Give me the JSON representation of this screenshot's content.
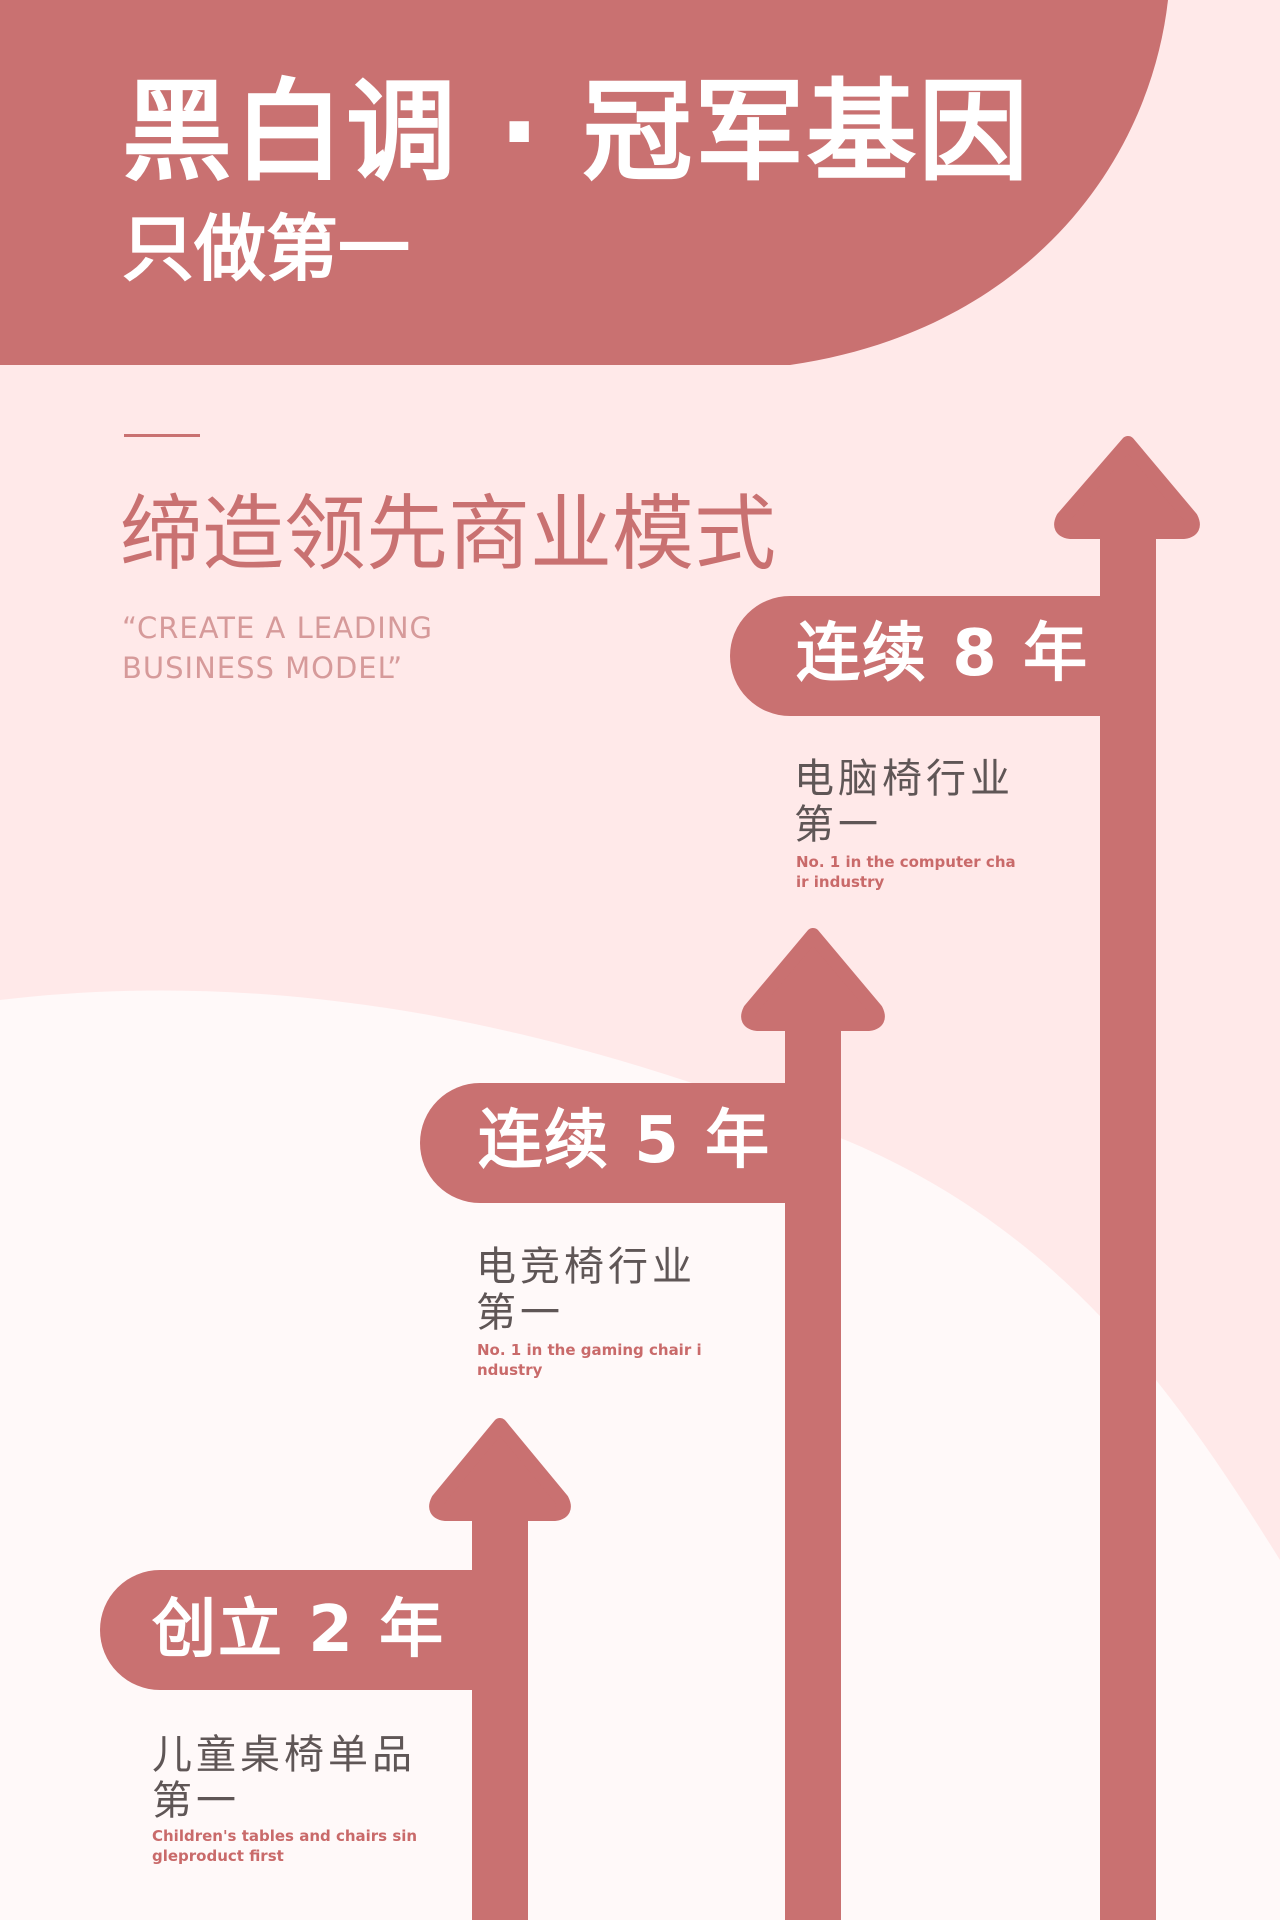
{
  "header": {
    "title": "黑白调 · 冠军基因",
    "subtitle": "只做第一"
  },
  "intro": {
    "tagline": "缔造领先商业模式",
    "quote_line1": "“CREATE A LEADING",
    "quote_line2": "BUSINESS MODEL”"
  },
  "milestones": [
    {
      "badge": "创立 2 年",
      "title_line1": "儿童桌椅单品",
      "title_line2": "第一",
      "en_line1": "Children's tables and chairs sin",
      "en_line2": "gleproduct first"
    },
    {
      "badge": "连续 5 年",
      "title_line1": "电竞椅行业",
      "title_line2": "第一",
      "en_line1": "No. 1 in the gaming chair i",
      "en_line2": "ndustry"
    },
    {
      "badge": "连续 8 年",
      "title_line1": "电脑椅行业",
      "title_line2": "第一",
      "en_line1": "No. 1 in the computer cha",
      "en_line2": "ir industry"
    }
  ],
  "colors": {
    "primary": "#c97171",
    "background_pink": "#ffe9e9",
    "background_white": "#fff9f9",
    "text_dark": "#5f5656"
  }
}
